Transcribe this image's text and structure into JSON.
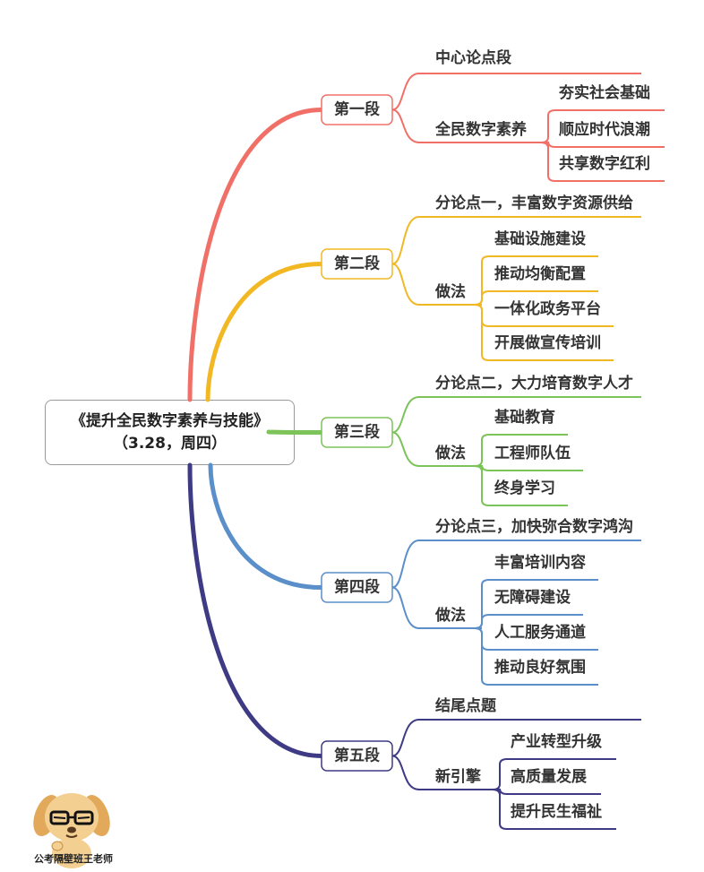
{
  "root": {
    "title_line1": "《提升全民数字素养与技能》",
    "title_line2": "（3.28，周四）"
  },
  "sections": [
    {
      "label": "第一段",
      "color": "#f07068",
      "branches": [
        {
          "label": "中心论点段",
          "children": []
        },
        {
          "label": "全民数字素养",
          "children": [
            "夯实社会基础",
            "顺应时代浪潮",
            "共享数字红利"
          ]
        }
      ]
    },
    {
      "label": "第二段",
      "color": "#f2b824",
      "branches": [
        {
          "label": "分论点一，丰富数字资源供给",
          "children": []
        },
        {
          "label": "做法",
          "children": [
            "基础设施建设",
            "推动均衡配置",
            "一体化政务平台",
            "开展做宣传培训"
          ]
        }
      ]
    },
    {
      "label": "第三段",
      "color": "#7cc359",
      "branches": [
        {
          "label": "分论点二，大力培育数字人才",
          "children": []
        },
        {
          "label": "做法",
          "children": [
            "基础教育",
            "工程师队伍",
            "终身学习"
          ]
        }
      ]
    },
    {
      "label": "第四段",
      "color": "#5b8fc9",
      "branches": [
        {
          "label": "分论点三，加快弥合数字鸿沟",
          "children": []
        },
        {
          "label": "做法",
          "children": [
            "丰富培训内容",
            "无障碍建设",
            "人工服务通道",
            "推动良好氛围"
          ]
        }
      ]
    },
    {
      "label": "第五段",
      "color": "#3e3a84",
      "branches": [
        {
          "label": "结尾点题",
          "children": []
        },
        {
          "label": "新引擎",
          "children": [
            "产业转型升级",
            "高质量发展",
            "提升民生福祉"
          ]
        }
      ]
    }
  ],
  "watermark": "公考隔壁班王老师"
}
